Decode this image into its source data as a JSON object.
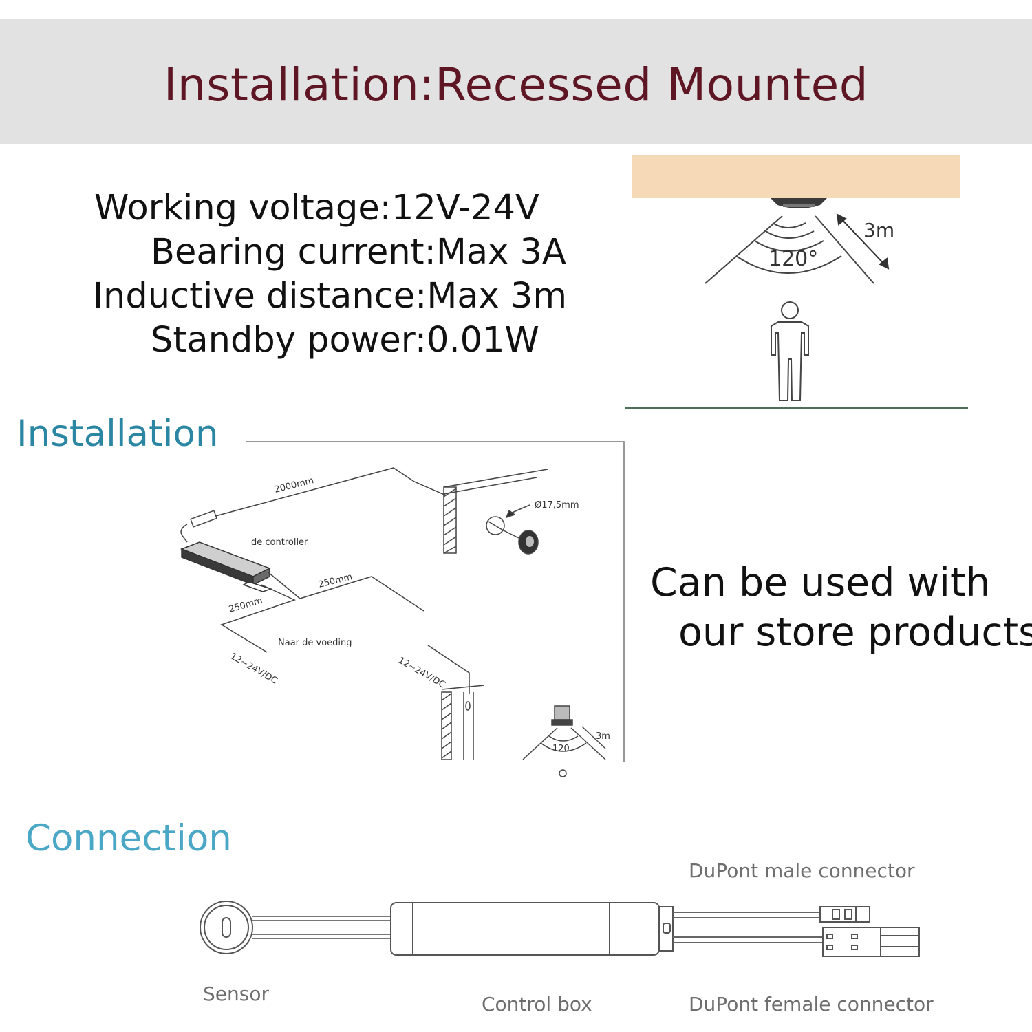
{
  "header": {
    "title": "Installation:Recessed Mounted"
  },
  "specs": {
    "voltage": "Working voltage:12V-24V",
    "current": "Bearing current:Max 3A",
    "distance": "Inductive distance:Max 3m",
    "standby": "Standby power:0.01W"
  },
  "sensing_diagram": {
    "angle": "120°",
    "range": "3m"
  },
  "installation": {
    "title": "Installation",
    "cable_main": "2000mm",
    "hole_size": "Ø17,5mm",
    "controller": "de controller",
    "cable_out": "250mm",
    "cable_in": "250mm",
    "power_note": "Naar de voeding",
    "voltage_in": "12~24V/DC",
    "voltage_out": "12~24V/DC",
    "angle": "120",
    "range": "3m"
  },
  "promo": {
    "line1": "Can be used with",
    "line2": "our store products"
  },
  "connection": {
    "title": "Connection",
    "sensor": "Sensor",
    "control_box": "Control box",
    "male": "DuPont male connector",
    "female": "DuPont female connector"
  },
  "colors": {
    "title": "#5e1524",
    "section_installation": "#2a86a3",
    "section_connection": "#4aa7c6",
    "shelf": "#f6d9b7",
    "floor": "#4c6f5c"
  }
}
